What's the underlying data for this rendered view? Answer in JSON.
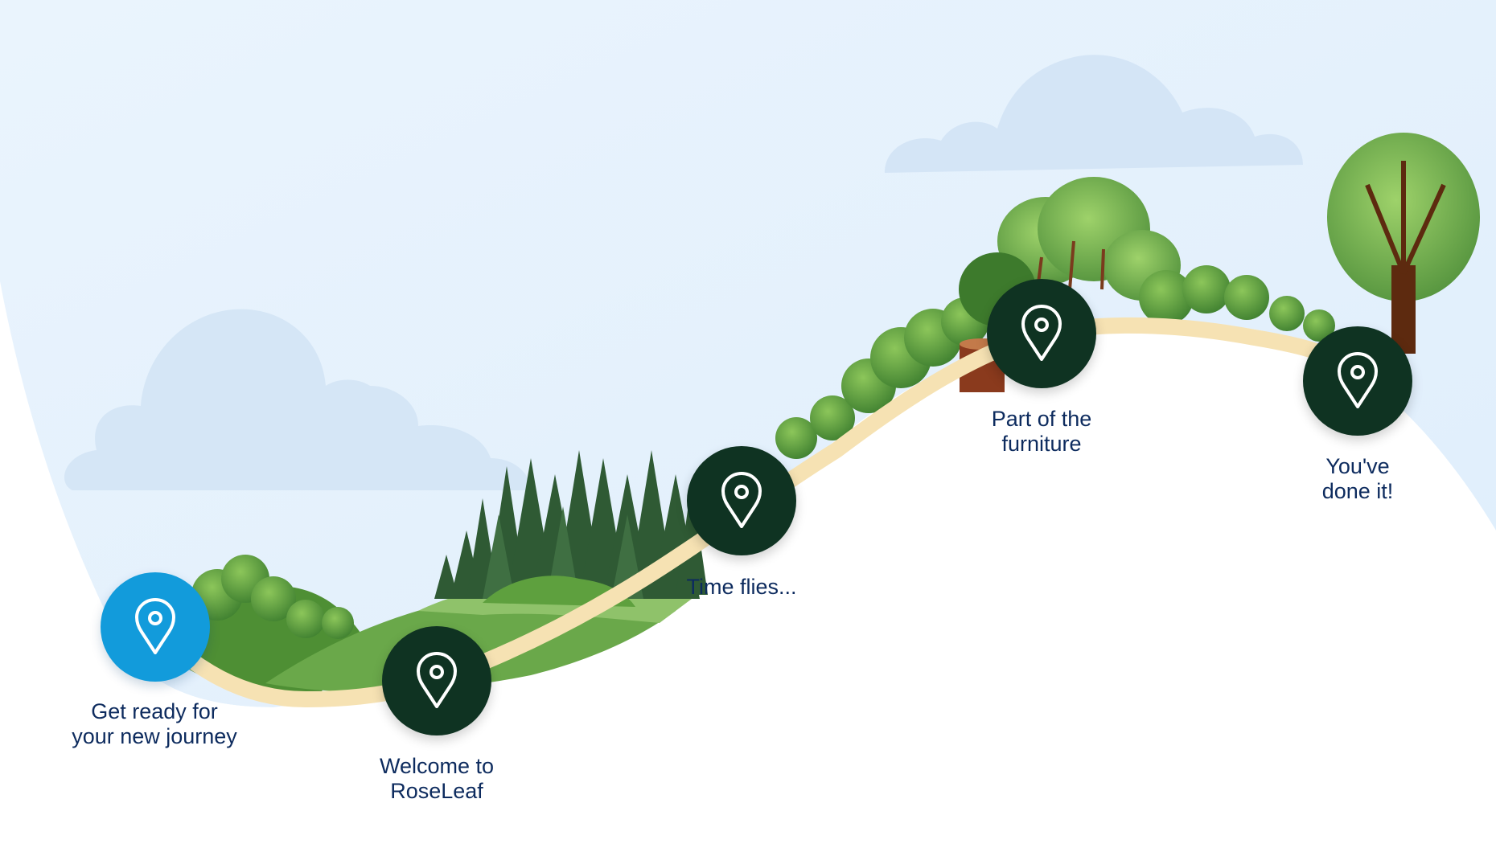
{
  "journey": {
    "milestones": [
      {
        "label": "Get ready for\nyour new journey",
        "state": "current"
      },
      {
        "label": "Welcome to\nRoseLeaf",
        "state": "upcoming"
      },
      {
        "label": "Time flies...",
        "state": "upcoming"
      },
      {
        "label": "Part of the\nfurniture",
        "state": "upcoming"
      },
      {
        "label": "You've\ndone it!",
        "state": "upcoming"
      }
    ]
  },
  "icons": {
    "milestone_marker": "map-pin-icon"
  },
  "colors": {
    "sky": "#e6f1fb",
    "path": "#f6e2b3",
    "active_marker": "#129bdb",
    "milestone_marker": "#0f3322",
    "label_text": "#0d2b5e",
    "foliage": "#5c9e3c",
    "pine": "#2f5a34"
  }
}
